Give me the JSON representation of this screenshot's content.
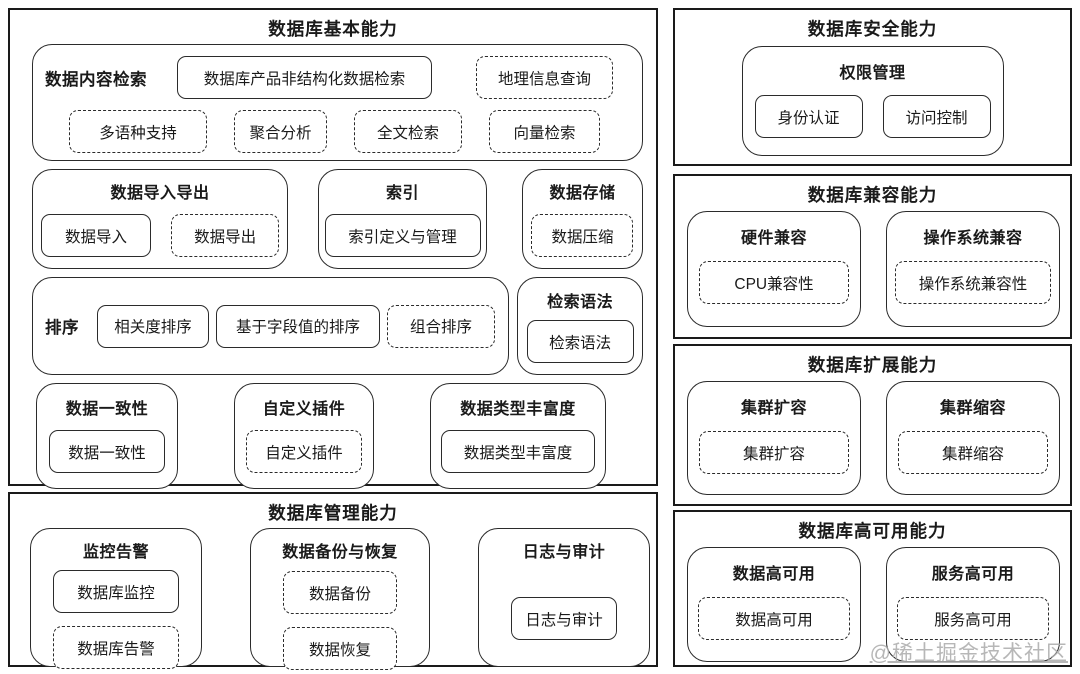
{
  "colors": {
    "border": "#1a1a1a",
    "background": "#ffffff",
    "watermark": "#ababab"
  },
  "watermark": "@稀土掘金技术社区",
  "basic": {
    "title": "数据库基本能力",
    "content_search": {
      "label": "数据内容检索",
      "unstructured": "数据库产品非结构化数据检索",
      "geo": "地理信息查询",
      "multilang": "多语种支持",
      "aggregation": "聚合分析",
      "fulltext": "全文检索",
      "vector": "向量检索"
    },
    "import_export": {
      "title": "数据导入导出",
      "import": "数据导入",
      "export": "数据导出"
    },
    "index": {
      "title": "索引",
      "manage": "索引定义与管理"
    },
    "storage": {
      "title": "数据存储",
      "compress": "数据压缩"
    },
    "sort": {
      "label": "排序",
      "relevance": "相关度排序",
      "field_value": "基于字段值的排序",
      "combo": "组合排序"
    },
    "syntax": {
      "title": "检索语法",
      "item": "检索语法"
    },
    "consistency": {
      "title": "数据一致性",
      "item": "数据一致性"
    },
    "plugin": {
      "title": "自定义插件",
      "item": "自定义插件"
    },
    "datatype": {
      "title": "数据类型丰富度",
      "item": "数据类型丰富度"
    }
  },
  "manage": {
    "title": "数据库管理能力",
    "monitor": {
      "title": "监控告警",
      "db_monitor": "数据库监控",
      "db_alert": "数据库告警"
    },
    "backup": {
      "title": "数据备份与恢复",
      "backup": "数据备份",
      "recover": "数据恢复"
    },
    "audit": {
      "title": "日志与审计",
      "item": "日志与审计"
    }
  },
  "security": {
    "title": "数据库安全能力",
    "permission": {
      "title": "权限管理",
      "auth": "身份认证",
      "access": "访问控制"
    }
  },
  "compat": {
    "title": "数据库兼容能力",
    "hardware": {
      "title": "硬件兼容",
      "cpu": "CPU兼容性"
    },
    "os": {
      "title": "操作系统兼容",
      "item": "操作系统兼容性"
    }
  },
  "scale": {
    "title": "数据库扩展能力",
    "expand": {
      "title": "集群扩容",
      "item": "集群扩容"
    },
    "shrink": {
      "title": "集群缩容",
      "item": "集群缩容"
    }
  },
  "ha": {
    "title": "数据库高可用能力",
    "data": {
      "title": "数据高可用",
      "item": "数据高可用"
    },
    "service": {
      "title": "服务高可用",
      "item": "服务高可用"
    }
  }
}
